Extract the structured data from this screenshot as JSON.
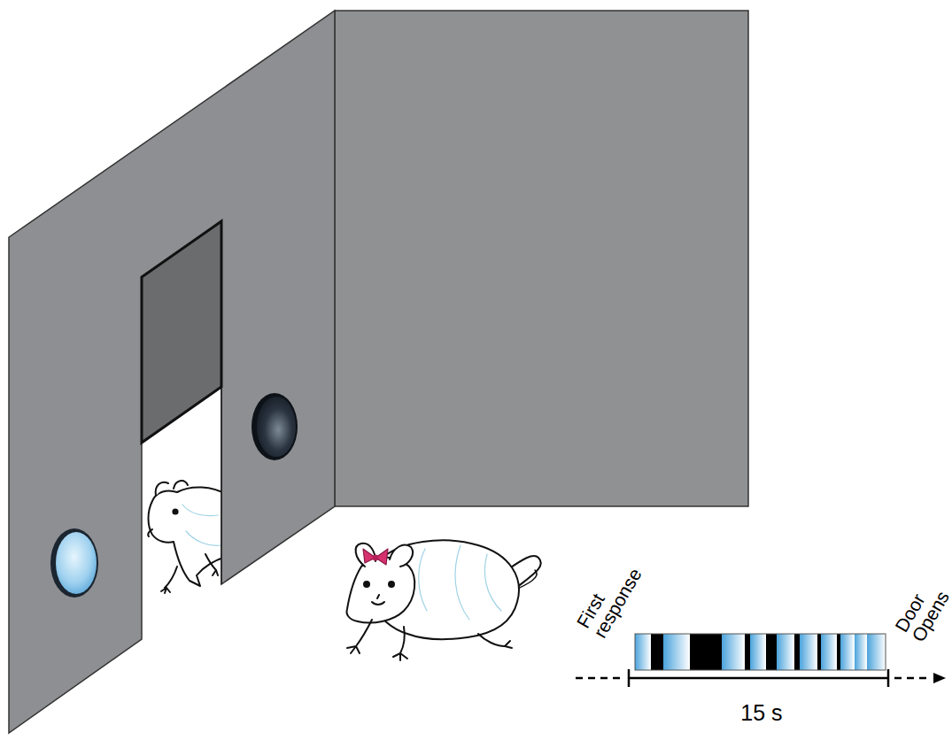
{
  "diagram": {
    "labels": [
      "First response",
      "Door Opens",
      "15 s"
    ]
  }
}
